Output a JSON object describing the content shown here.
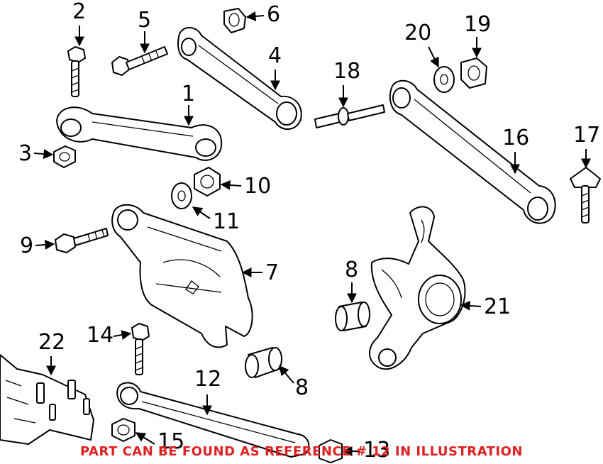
{
  "callouts": [
    {
      "id": "1",
      "label": "1"
    },
    {
      "id": "2",
      "label": "2"
    },
    {
      "id": "3",
      "label": "3"
    },
    {
      "id": "4",
      "label": "4"
    },
    {
      "id": "5",
      "label": "5"
    },
    {
      "id": "6",
      "label": "6"
    },
    {
      "id": "7",
      "label": "7"
    },
    {
      "id": "8a",
      "label": "8"
    },
    {
      "id": "8b",
      "label": "8"
    },
    {
      "id": "9",
      "label": "9"
    },
    {
      "id": "10",
      "label": "10"
    },
    {
      "id": "11",
      "label": "11"
    },
    {
      "id": "12",
      "label": "12"
    },
    {
      "id": "13",
      "label": "13"
    },
    {
      "id": "14",
      "label": "14"
    },
    {
      "id": "15",
      "label": "15"
    },
    {
      "id": "16",
      "label": "16"
    },
    {
      "id": "17",
      "label": "17"
    },
    {
      "id": "18",
      "label": "18"
    },
    {
      "id": "19",
      "label": "19"
    },
    {
      "id": "20",
      "label": "20"
    },
    {
      "id": "21",
      "label": "21"
    },
    {
      "id": "22",
      "label": "22"
    }
  ],
  "note": {
    "text": "PART CAN BE FOUND AS REFERENCE # 12 IN ILLUSTRATION",
    "color": "#e02020"
  }
}
